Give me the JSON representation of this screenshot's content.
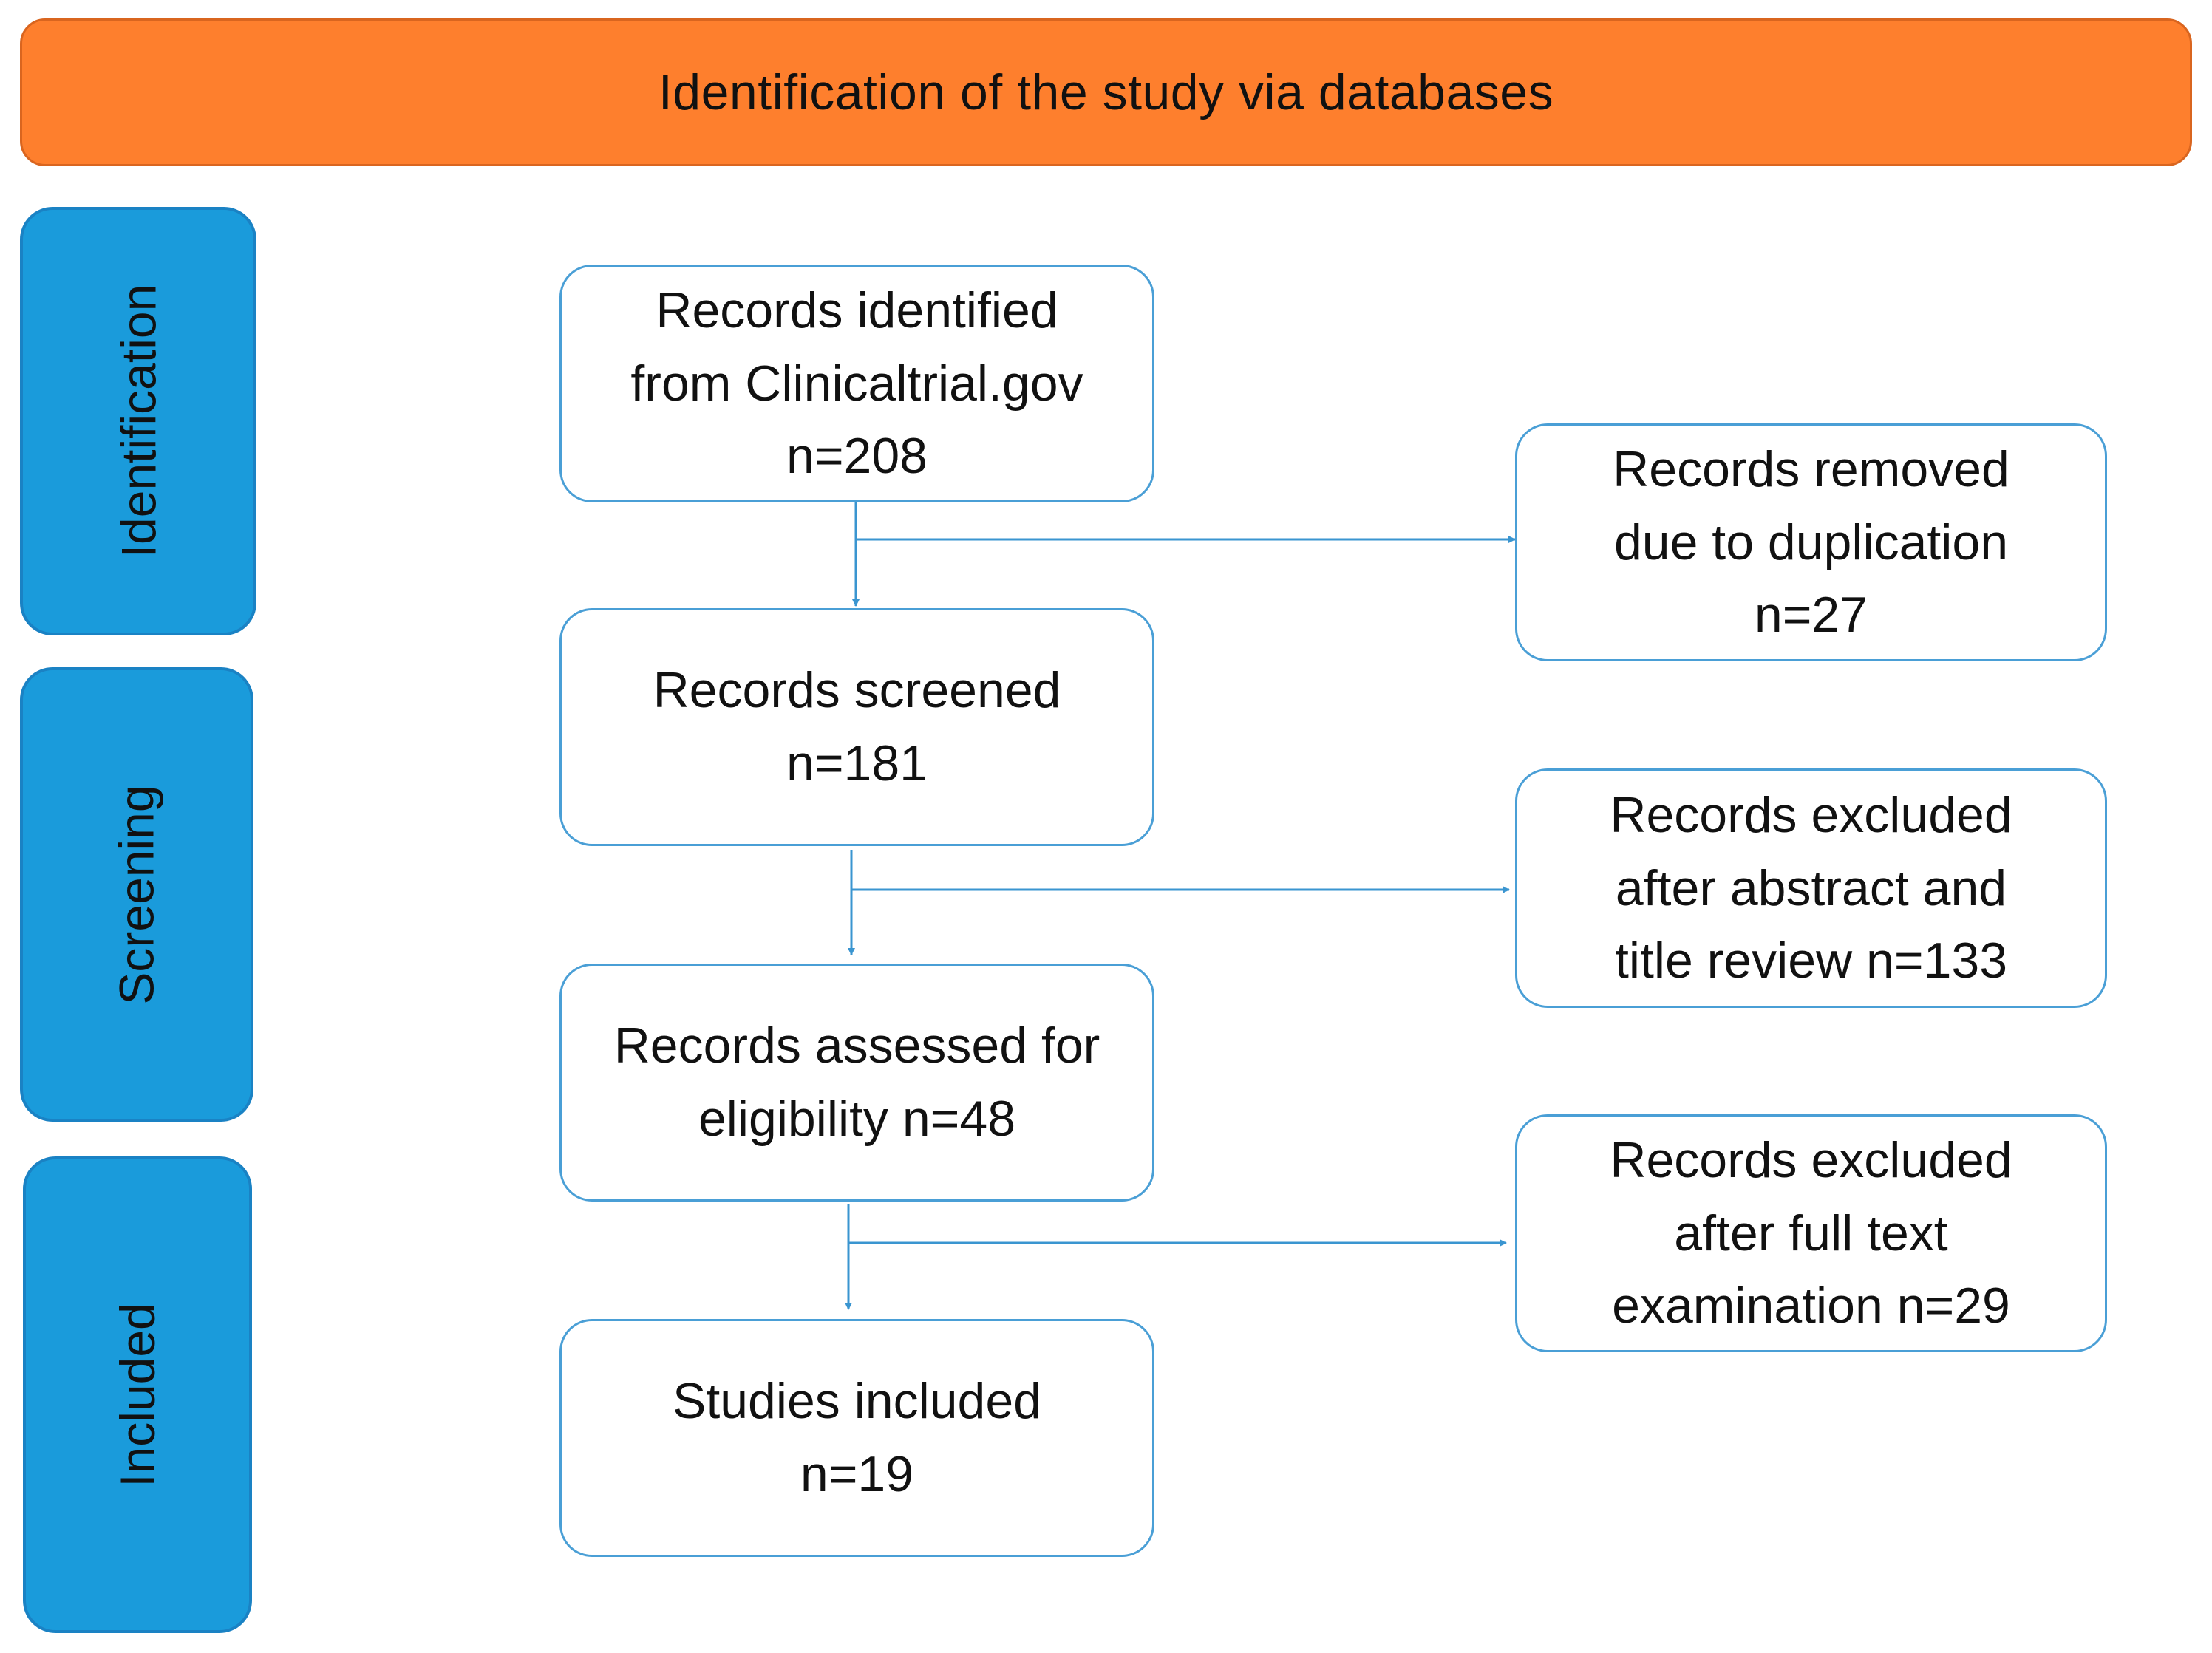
{
  "banner": {
    "title": "Identification of the study via databases",
    "color": "#fe7f2d"
  },
  "stages": [
    {
      "label": "Identification"
    },
    {
      "label": "Screening"
    },
    {
      "label": "Included"
    }
  ],
  "stage_color": "#1a9bdb",
  "arrow_color": "#3a95d0",
  "flow": {
    "identified": {
      "line1": "Records identified",
      "line2": "from Clinicaltrial.gov",
      "count": "n=208"
    },
    "screened": {
      "line1": "Records screened",
      "count": "n=181"
    },
    "assessed": {
      "line1": "Records assessed for",
      "line2": "eligibility n=48"
    },
    "included": {
      "line1": "Studies included",
      "count": "n=19"
    }
  },
  "exclusions": {
    "duplicates": {
      "line1": "Records removed",
      "line2": "due to duplication",
      "count": "n=27"
    },
    "abstract": {
      "line1": "Records excluded",
      "line2": "after abstract and",
      "line3": "title review n=133"
    },
    "fulltext": {
      "line1": "Records excluded",
      "line2": "after full text",
      "line3": "examination n=29"
    }
  }
}
